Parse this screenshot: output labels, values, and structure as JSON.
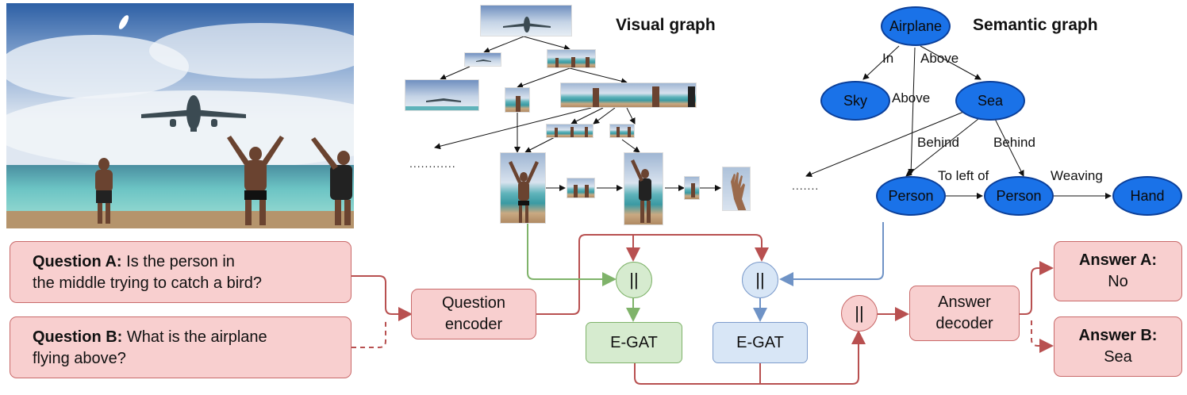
{
  "titles": {
    "visual": "Visual graph",
    "semantic": "Semantic graph"
  },
  "semantic_graph": {
    "nodes": {
      "airplane": "Airplane",
      "sky": "Sky",
      "sea": "Sea",
      "person1": "Person",
      "person2": "Person",
      "hand": "Hand"
    },
    "edges": {
      "in": "In",
      "above1": "Above",
      "above2": "Above",
      "behind1": "Behind",
      "behind2": "Behind",
      "to_left_of": "To left of",
      "weaving": "Weaving"
    }
  },
  "ellipses": {
    "visual_left": "............",
    "visual_right": ".......",
    "semantic_left": "......."
  },
  "questions": {
    "a": {
      "label": "Question A:",
      "text_line1": " Is the person in",
      "text_line2": "the middle trying to catch a bird?"
    },
    "b": {
      "label": "Question B:",
      "text_line1": " What is the airplane",
      "text_line2": "flying above?"
    }
  },
  "blocks": {
    "question_encoder": {
      "line1": "Question",
      "line2": "encoder"
    },
    "egat_left": "E-GAT",
    "egat_right": "E-GAT",
    "answer_decoder": {
      "line1": "Answer",
      "line2": "decoder"
    },
    "concat_symbol": "||"
  },
  "answers": {
    "a": {
      "label": "Answer A:",
      "value": "No"
    },
    "b": {
      "label": "Answer B:",
      "value": "Sea"
    }
  },
  "colors": {
    "red_line": "#b85050",
    "green_line": "#7fb36a",
    "blue_line": "#6f93c6",
    "node_blue": "#1a72e8"
  }
}
